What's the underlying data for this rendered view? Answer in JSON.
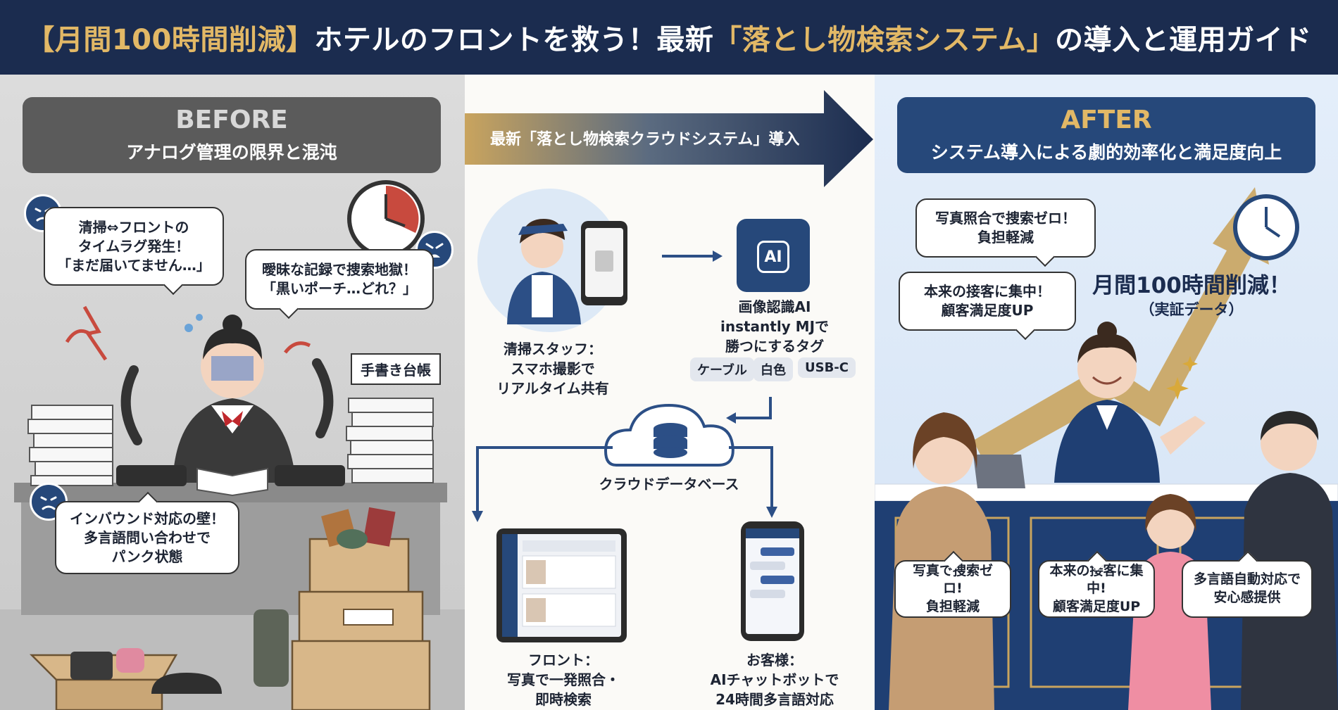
{
  "header": {
    "title_part1": "【月間100時間削減】",
    "title_part2": "ホテルのフロントを救う！最新",
    "title_part3": "「落とし物検索システム」",
    "title_part4": "の導入と運用ガイド"
  },
  "before": {
    "heading": "BEFORE",
    "subheading": "アナログ管理の限界と混沌",
    "bubble1": [
      "清掃⇔フロントの",
      "タイムラグ発生！",
      "「まだ届いてません…」"
    ],
    "bubble2": [
      "曖昧な記録で捜索地獄！",
      "「黒いポーチ…どれ？」"
    ],
    "bubble3": [
      "インバウンド対応の壁！",
      "多言語問い合わせで",
      "パンク状態"
    ],
    "ledger_label": "手書き台帳"
  },
  "middle": {
    "banner": "最新「落とし物検索クラウドシステム」導入",
    "ai_icon_label": "AI",
    "staff_caption": [
      "清掃スタッフ：",
      "スマホ撮影で",
      "リアルタイム共有"
    ],
    "ai_caption": [
      "画像認識AI",
      "instantly MJで",
      "勝つにするタグ"
    ],
    "tags": [
      "ケーブル",
      "白色",
      "USB-C"
    ],
    "cloud_caption": "クラウドデータベース",
    "front_caption": [
      "フロント：",
      "写真で一発照合・",
      "即時検索"
    ],
    "guest_caption": [
      "お客様：",
      "AIチャットボットで",
      "24時間多言語対応"
    ]
  },
  "after": {
    "heading": "AFTER",
    "subheading": "システム導入による劇的効率化と満足度向上",
    "top_bubble1": [
      "写真照合で捜索ゼロ！",
      "負担軽減"
    ],
    "top_bubble2": [
      "本来の接客に集中！",
      "顧客満足度UP"
    ],
    "stat_main": "月間100時間削減！",
    "stat_sub": "（実証データ）",
    "bottom_bubble1": [
      "写真で捜索ゼロ!",
      "負担軽減"
    ],
    "bottom_bubble2": [
      "本来の接客に集中!",
      "顧客満足度UP"
    ],
    "bottom_bubble3": [
      "多言語自動対応で",
      "安心感提供"
    ]
  },
  "colors": {
    "navy": "#1b2c4f",
    "gold": "#e2b866",
    "after_blue": "#26487a",
    "before_gray": "#5b5b5b"
  }
}
